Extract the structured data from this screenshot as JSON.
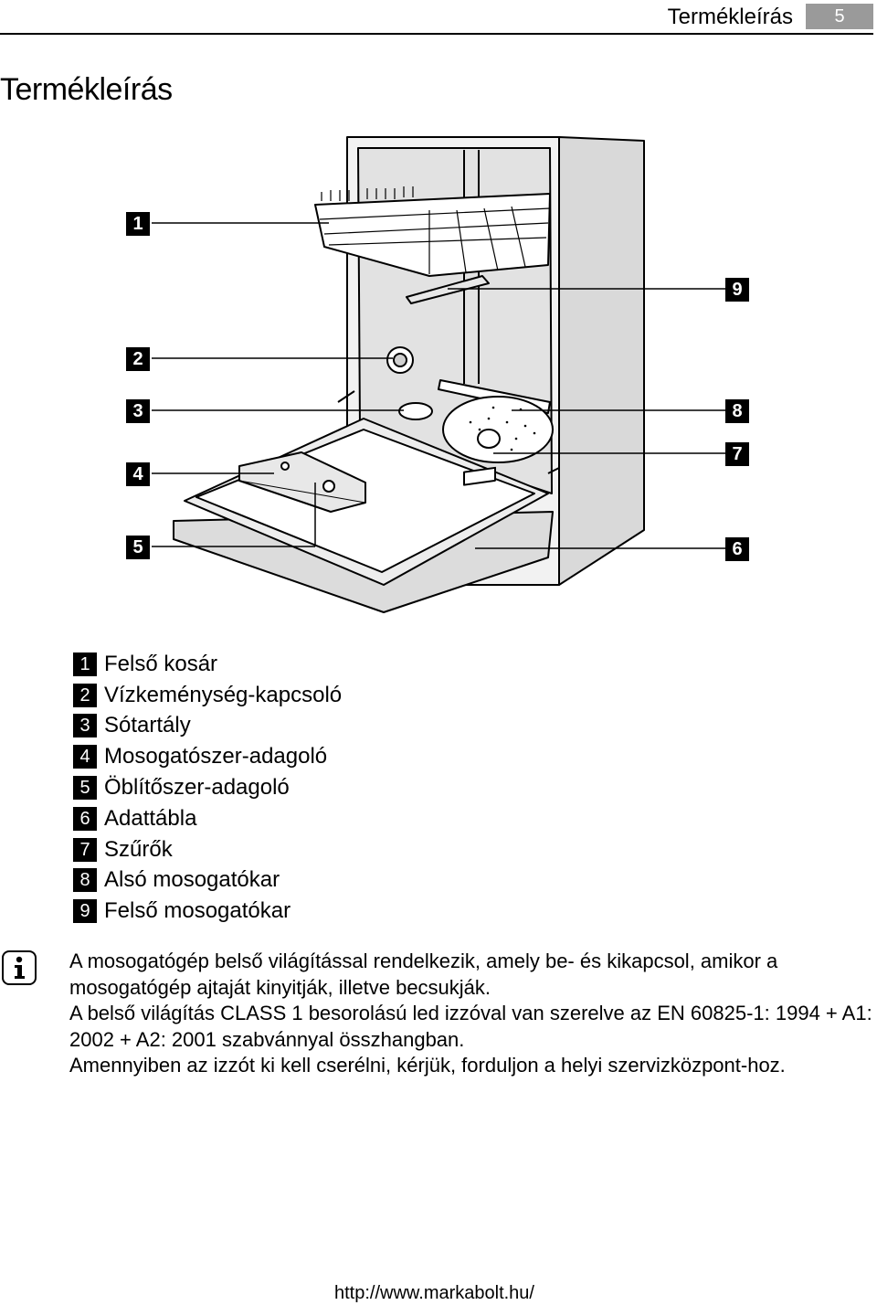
{
  "header": {
    "section_title": "Termékleírás",
    "page_number": "5"
  },
  "page_title": "Termékleírás",
  "figure": {
    "callouts": [
      "1",
      "2",
      "3",
      "4",
      "5",
      "6",
      "7",
      "8",
      "9"
    ]
  },
  "legend": [
    {
      "num": "1",
      "label": "Felső kosár"
    },
    {
      "num": "2",
      "label": "Vízkeménység-kapcsoló"
    },
    {
      "num": "3",
      "label": "Sótartály"
    },
    {
      "num": "4",
      "label": "Mosogatószer-adagoló"
    },
    {
      "num": "5",
      "label": "Öblítőszer-adagoló"
    },
    {
      "num": "6",
      "label": "Adattábla"
    },
    {
      "num": "7",
      "label": "Szűrők"
    },
    {
      "num": "8",
      "label": "Alsó mosogatókar"
    },
    {
      "num": "9",
      "label": "Felső mosogatókar"
    }
  ],
  "info": {
    "icon": "info-icon",
    "paragraphs": [
      "A mosogatógép belső világítással rendelkezik, amely be- és kikapcsol, amikor a mosogatógép ajtaját kinyitják, illetve becsukják.",
      "A belső világítás CLASS 1 besorolású led izzóval van szerelve az EN 60825-1: 1994 + A1: 2002 + A2: 2001 szabvánnyal összhangban.",
      "Amennyiben az izzót ki kell cserélni, kérjük, forduljon a helyi szervizközpont-hoz."
    ]
  },
  "footer": {
    "url": "http://www.markabolt.hu/"
  }
}
